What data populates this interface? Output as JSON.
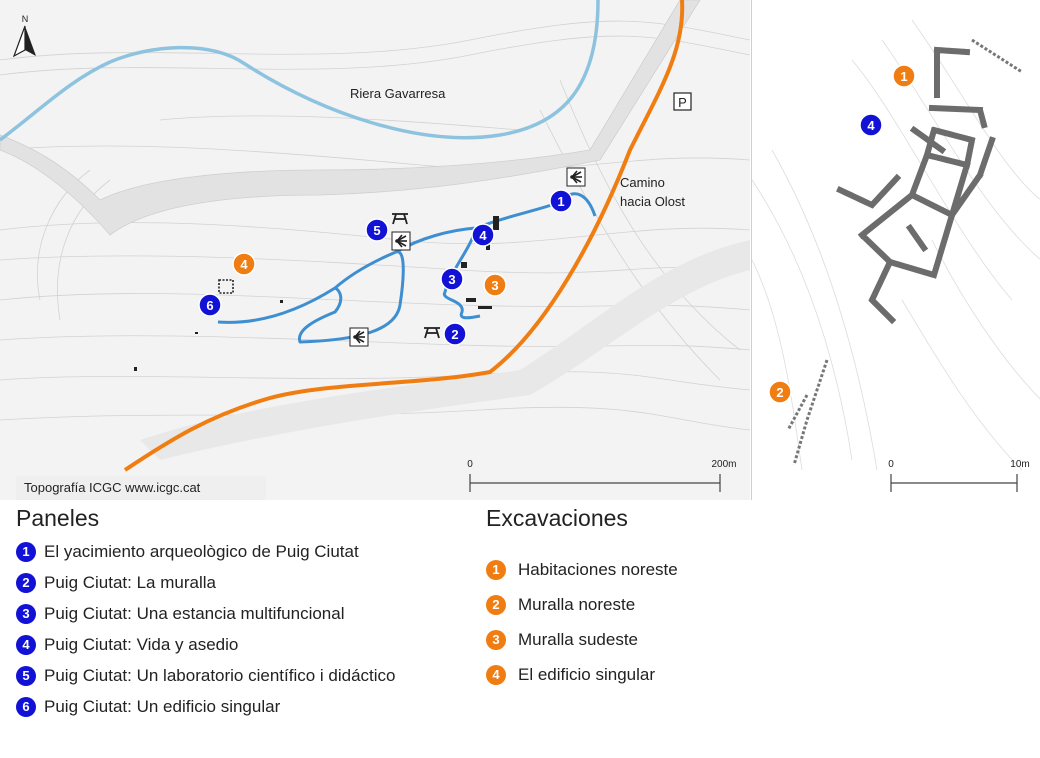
{
  "map": {
    "north_label": "N",
    "river_label": "Riera Gavarresa",
    "parking_label": "P",
    "road_label_line1": "Camino",
    "road_label_line2": "hacia Olost",
    "credit": "Topografía ICGC www.icgc.cat",
    "scale": {
      "start": "0",
      "end": "200m"
    },
    "colors": {
      "path": "#3d8fd1",
      "road": "#f07d12",
      "river": "#8ec3df",
      "panel": "#1212d6",
      "excavation": "#f07d12"
    },
    "panel_markers": [
      "1",
      "2",
      "3",
      "4",
      "5",
      "6"
    ],
    "excavation_markers": [
      "3",
      "4"
    ],
    "icons": [
      "north-arrow-icon",
      "parking-icon",
      "picnic-table-icon",
      "viewpoint-icon",
      "building-icon"
    ]
  },
  "inset": {
    "excavation_markers": [
      "1",
      "2"
    ],
    "panel_marker": "4",
    "scale": {
      "start": "0",
      "end": "10m"
    }
  },
  "paneles": {
    "title": "Paneles",
    "items": [
      {
        "num": "1",
        "label": "El yacimiento arqueològico de Puig Ciutat"
      },
      {
        "num": "2",
        "label": "Puig Ciutat: La muralla"
      },
      {
        "num": "3",
        "label": "Puig Ciutat: Una estancia multifuncional"
      },
      {
        "num": "4",
        "label": "Puig Ciutat: Vida y asedio"
      },
      {
        "num": "5",
        "label": "Puig Ciutat: Un laboratorio científico i didáctico"
      },
      {
        "num": "6",
        "label": "Puig Ciutat: Un edificio singular"
      }
    ]
  },
  "excavaciones": {
    "title": "Excavaciones",
    "items": [
      {
        "num": "1",
        "label": "Habitaciones noreste"
      },
      {
        "num": "2",
        "label": "Muralla noreste"
      },
      {
        "num": "3",
        "label": "Muralla sudeste"
      },
      {
        "num": "4",
        "label": "El edificio singular"
      }
    ]
  }
}
